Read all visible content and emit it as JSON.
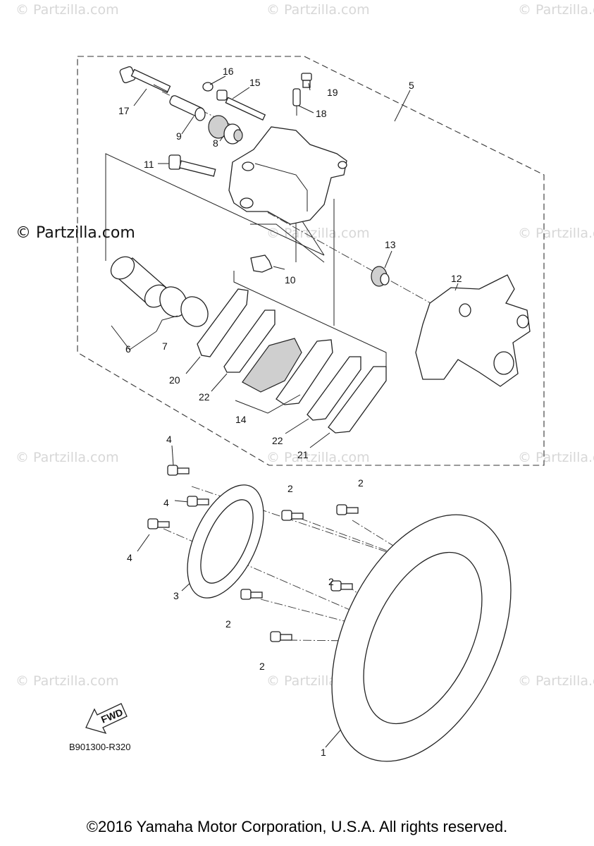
{
  "watermarks": {
    "text": "© Partzilla.com",
    "main_text": "© Partzilla.com"
  },
  "diagram_code": "B901300-R320",
  "fwd_label": "FWD",
  "copyright": "©2016 Yamaha Motor Corporation, U.S.A. All rights reserved.",
  "callouts": [
    "1",
    "2",
    "2",
    "2",
    "2",
    "2",
    "3",
    "4",
    "4",
    "4",
    "5",
    "6",
    "7",
    "8",
    "9",
    "10",
    "11",
    "12",
    "13",
    "14",
    "15",
    "16",
    "17",
    "18",
    "19",
    "20",
    "21",
    "22",
    "22"
  ]
}
